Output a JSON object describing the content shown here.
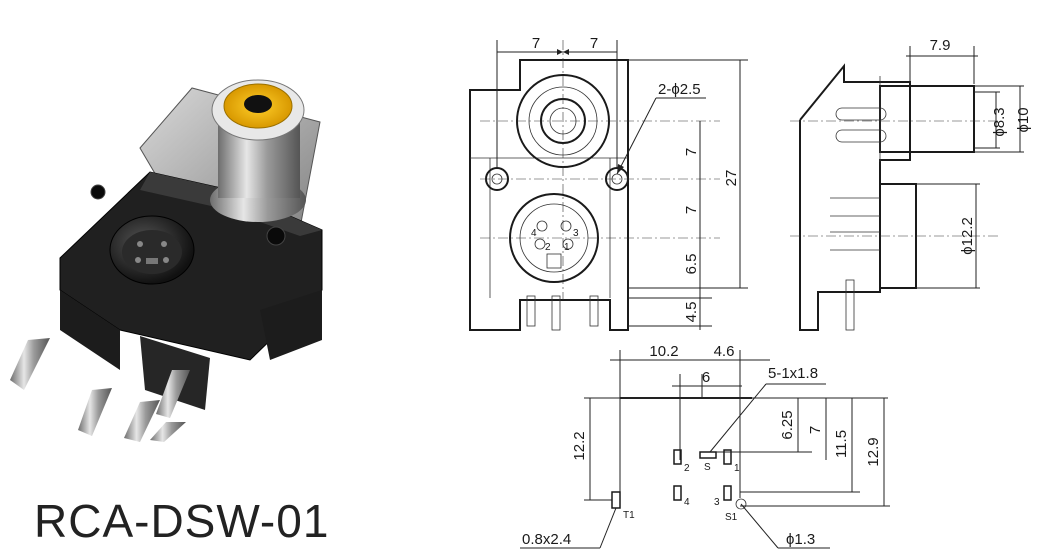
{
  "product": {
    "model": "RCA-DSW-01"
  },
  "front_view": {
    "top_dims": [
      "7",
      "7"
    ],
    "hole_note": "2-ϕ2.5",
    "vertical_dims": [
      "7",
      "7",
      "6.5",
      "4.5"
    ],
    "overall_height": "27",
    "pin_labels": [
      "4",
      "3",
      "2",
      "1"
    ]
  },
  "side_view": {
    "top_dim": "7.9",
    "dia_labels": [
      "ϕ8.3",
      "ϕ10",
      "ϕ12.2"
    ]
  },
  "footprint": {
    "top_dims": [
      "10.2",
      "4.6",
      "6"
    ],
    "slot_note": "5-1x1.8",
    "left_dim": "12.2",
    "right_dims": [
      "6.25",
      "7",
      "11.5",
      "12.9"
    ],
    "pad_labels": [
      "2",
      "S",
      "1",
      "4",
      "3",
      "T1",
      "S1"
    ],
    "tab_note": "0.8x2.4",
    "hole_note": "ϕ1.3"
  }
}
